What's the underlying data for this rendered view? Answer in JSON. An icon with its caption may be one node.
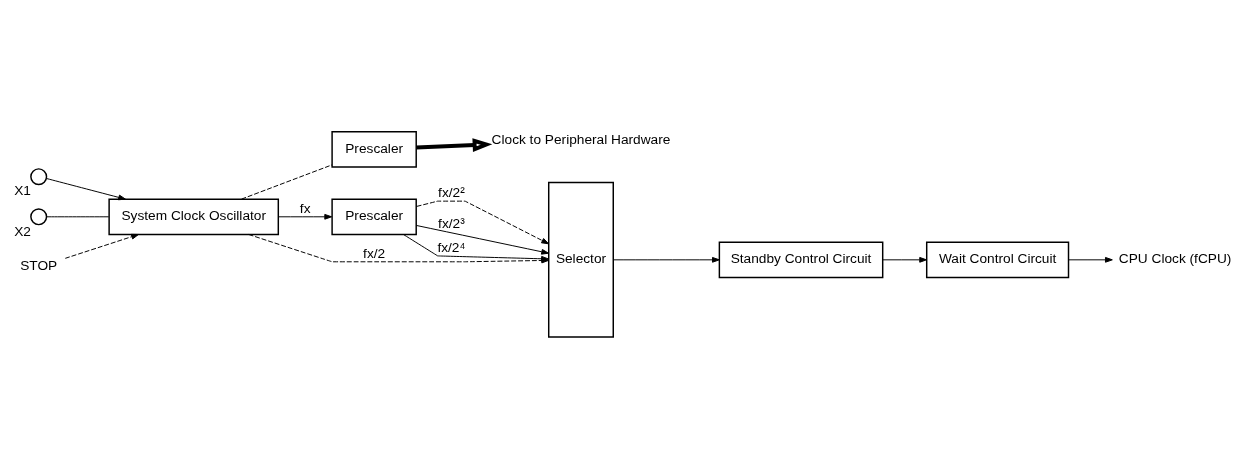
{
  "diagram": {
    "nodes": [
      {
        "text": [],
        "shape": "circle",
        "beside": [
          "X1"
        ]
      },
      {
        "text": [],
        "shape": "circle",
        "beside": [
          "X2"
        ]
      },
      {
        "text": [
          "System Clock Oscillator"
        ]
      },
      {
        "text": [
          "STOP"
        ]
      },
      {
        "text": [
          "Prescaler"
        ]
      },
      {
        "text": [
          "Prescaler"
        ]
      },
      {
        "text": [
          "Selector"
        ]
      },
      {
        "text": [
          "Standby Control Circuit"
        ]
      },
      {
        "text": [
          "Wait Control Circuit"
        ]
      },
      {
        "text": [
          "CPU Clock (fCPU)"
        ]
      },
      {
        "text": [
          "Clock to Peripheral Hardware"
        ]
      }
    ],
    "edges": [
      {
        "from": 0,
        "to": 2,
        "arrow": "to"
      },
      {
        "from": 1,
        "to": 2,
        "arrow": "none"
      },
      {
        "from": 3,
        "to": 2,
        "arrow": "to",
        "style": "dashed"
      },
      {
        "from": 2,
        "to": 4,
        "arrow": "none",
        "style": "dashed"
      },
      {
        "from": 2,
        "to": 5,
        "label": "fx",
        "arrow": "to"
      },
      {
        "from": 4,
        "to": 10,
        "arrow": "to",
        "style": "thick"
      },
      {
        "from": 2,
        "to": 6,
        "label": "fx/2",
        "arrow": "to",
        "style": "dashed"
      },
      {
        "from": 5,
        "to": 6,
        "label": "fx/2²",
        "arrow": "to",
        "style": "dashed"
      },
      {
        "from": 5,
        "to": 6,
        "label": "fx/2³",
        "arrow": "to"
      },
      {
        "from": 5,
        "to": 6,
        "label": "fx/2⁴",
        "arrow": "to"
      },
      {
        "from": 6,
        "to": 7,
        "arrow": "to"
      },
      {
        "from": 7,
        "to": 8,
        "arrow": "to"
      },
      {
        "from": 8,
        "to": 9,
        "arrow": "to"
      }
    ]
  }
}
